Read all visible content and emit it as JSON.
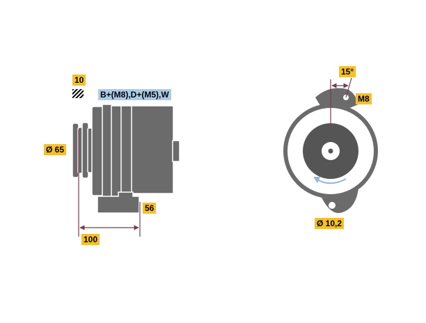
{
  "labels": {
    "number_10": "10",
    "terminals": "B+(M8),D+(M5),W",
    "pulley_diameter": "Ø 65",
    "height_56": "56",
    "length_100": "100",
    "angle": "15°",
    "thread": "M8",
    "hole_diameter": "Ø 10,2"
  },
  "colors": {
    "label_yellow": "#f4c02e",
    "label_blue": "#a9cce8",
    "body_gray": "#6b6b6b",
    "body_dark": "#555555",
    "dimension_line": "#7a3a55",
    "arrow_blue": "#8fb7d9"
  },
  "icons": {
    "pulley_type": "hatched-square-icon"
  }
}
